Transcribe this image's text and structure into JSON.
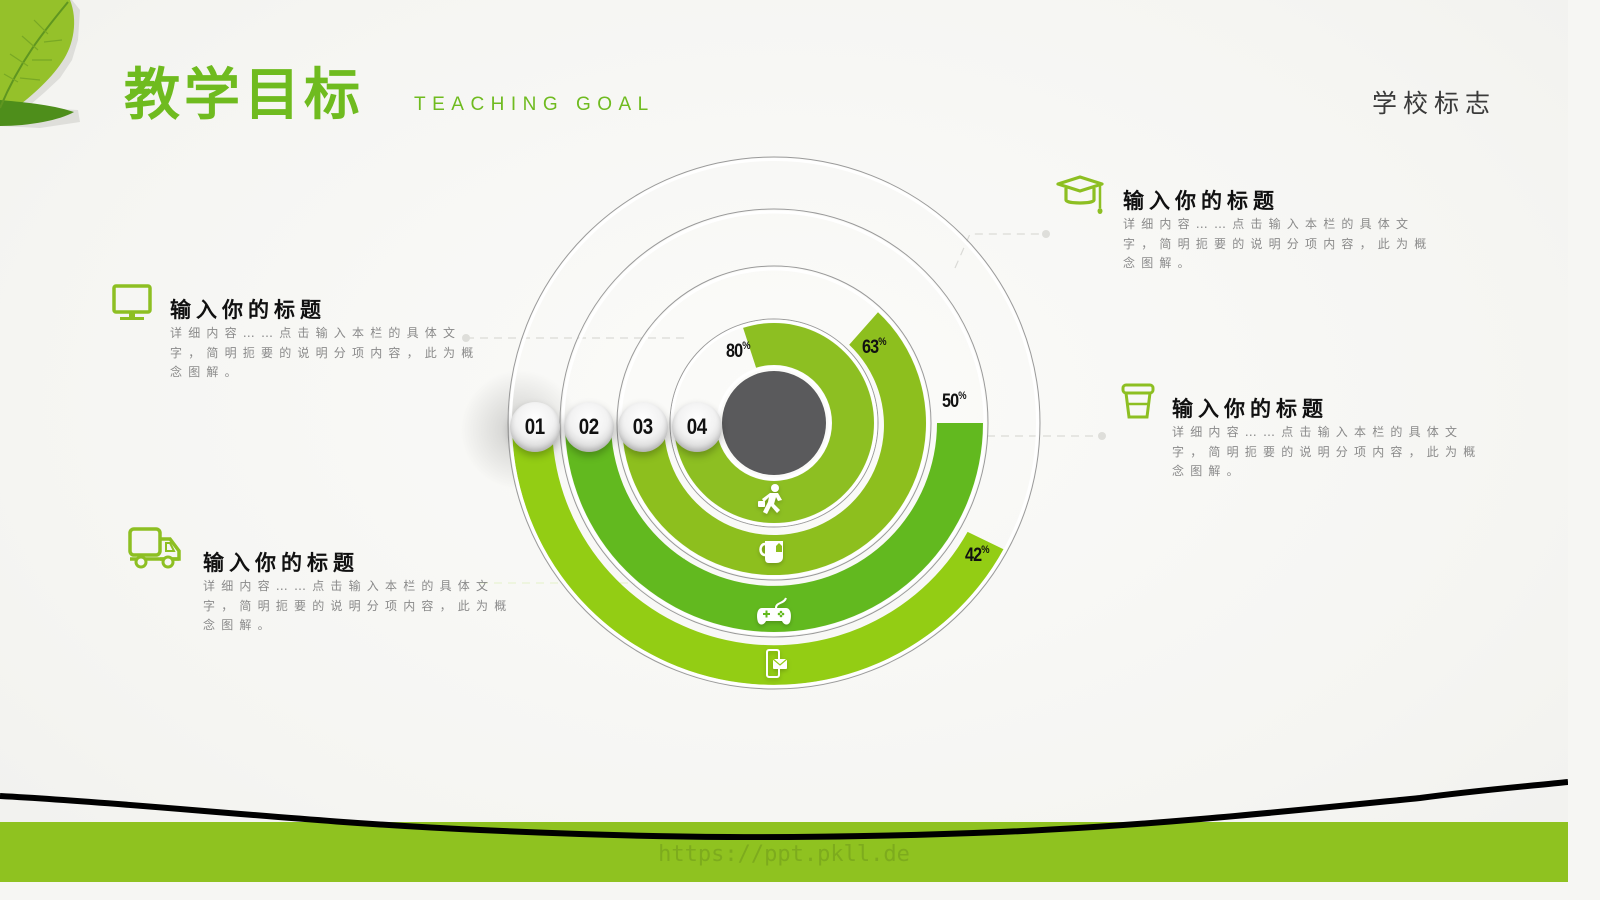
{
  "header": {
    "title": "教学目标",
    "subtitle": "TEACHING GOAL",
    "school_logo_text": "学校标志"
  },
  "blocks": [
    {
      "id": "left-top",
      "icon": "monitor-icon",
      "title": "输入你的标题",
      "desc": "详细内容……点击输入本栏的具体文字，简明扼要的说明分项内容，此为概念图解。"
    },
    {
      "id": "left-bottom",
      "icon": "truck-icon",
      "title": "输入你的标题",
      "desc": "详细内容……点击输入本栏的具体文字，简明扼要的说明分项内容，此为概念图解。"
    },
    {
      "id": "right-top",
      "icon": "graduation-cap-icon",
      "title": "输入你的标题",
      "desc": "详细内容……点击输入本栏的具体文字，简明扼要的说明分项内容，此为概念图解。"
    },
    {
      "id": "right-middle",
      "icon": "coffee-cup-icon",
      "title": "输入你的标题",
      "desc": "详细内容……点击输入本栏的具体文字，简明扼要的说明分项内容，此为概念图解。"
    }
  ],
  "colors": {
    "accent": "#6fbb1f",
    "ring1": "#93cd14",
    "ring2": "#62b91f",
    "ring3": "#8dbf1e",
    "ring4": "#8dbf22",
    "center": "#5a5a5c",
    "footer": "#8fc220"
  },
  "chart_data": {
    "type": "radial-bar",
    "title": "",
    "categories": [
      "01",
      "02",
      "03",
      "04"
    ],
    "values": [
      42,
      50,
      63,
      80
    ],
    "labels": [
      "42%",
      "50%",
      "63%",
      "80%"
    ],
    "icons": [
      "phone-mail-icon",
      "gamepad-icon",
      "tea-cup-icon",
      "running-man-icon"
    ],
    "start_angle": "left (9 o'clock), sweeping through bottom",
    "max": 100
  },
  "footer": {
    "url": "https://ppt.pkll.de"
  }
}
